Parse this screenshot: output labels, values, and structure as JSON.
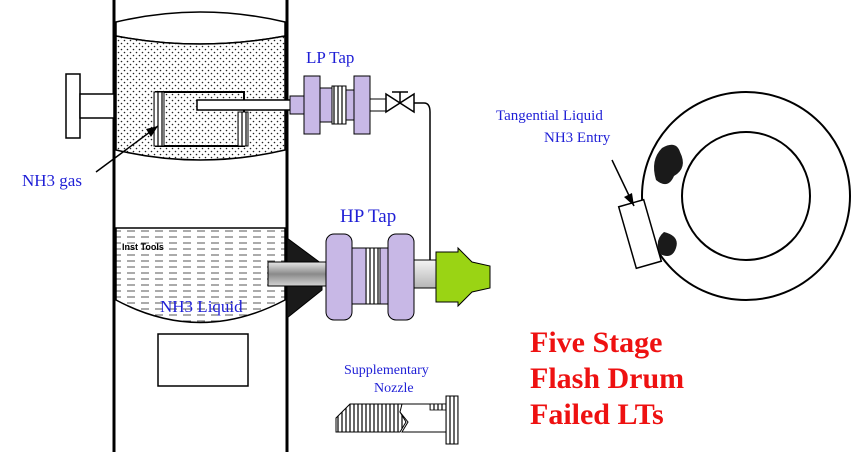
{
  "labels": {
    "lp_tap": "LP Tap",
    "hp_tap": "HP Tap",
    "nh3_gas": "NH3 gas",
    "nh3_liquid": "NH3 Liquid",
    "inst_tools": "Inst Tools",
    "tangential_line1": "Tangential Liquid",
    "tangential_line2": "NH3 Entry",
    "supplementary_line1": "Supplementary",
    "supplementary_line2": "Nozzle"
  },
  "headline": {
    "line1": "Five Stage",
    "line2": "Flash Drum",
    "line3": "Failed LTs"
  },
  "colors": {
    "label_blue": "#1f1fd6",
    "headline_red": "#ee1111",
    "tap_lavender": "#c8b8e6",
    "cone_green": "#9ad414",
    "deposit_black": "#1a1a1a"
  }
}
